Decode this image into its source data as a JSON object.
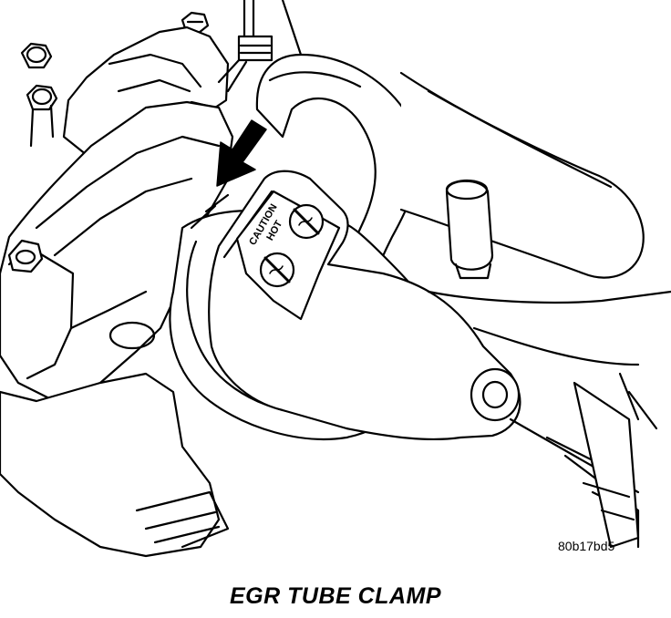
{
  "caption": "EGR TUBE CLAMP",
  "figure_id": "80b17bd5",
  "label_caution": "CAUTION",
  "label_hot": "HOT"
}
